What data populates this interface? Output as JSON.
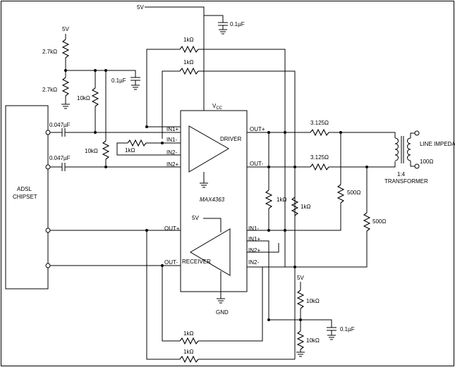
{
  "supplies": {
    "vcc_5v_top": "5V",
    "vcc_5v_left": "5V",
    "vcc_5v_receiver": "5V",
    "vcc_5v_bottom": "5V"
  },
  "chip": {
    "name": "MAX4363",
    "vcc": "V",
    "vcc_sub": "CC",
    "gnd": "GND",
    "driver": "DRIVER",
    "receiver": "RECEIVER",
    "pins_left_driver": [
      "IN1+",
      "IN1-",
      "IN2-",
      "IN2+"
    ],
    "pins_right_driver": [
      "OUT+",
      "OUT-"
    ],
    "pins_left_receiver": [
      "OUT+",
      "OUT-"
    ],
    "pins_right_receiver": [
      "IN1-",
      "IN1+",
      "IN2+",
      "IN2-"
    ]
  },
  "adsl": {
    "line1": "ADSL",
    "line2": "CHIPSET"
  },
  "components": {
    "c_top": "0.1µF",
    "c_left": "0.1µF",
    "c_bottom": "0.1µF",
    "c_in1": "0.047µF",
    "c_in2": "0.047µF",
    "r_bias_top": "2.7kΩ",
    "r_bias_bot": "2.7kΩ",
    "r_10k_a": "10kΩ",
    "r_10k_b": "10kΩ",
    "r_1k_gain": "1kΩ",
    "r_fb_top1": "1kΩ",
    "r_fb_top2": "1kΩ",
    "r_out1": "3.125Ω",
    "r_out2": "3.125Ω",
    "r_500_a": "500Ω",
    "r_500_b": "500Ω",
    "r_1k_v1": "1kΩ",
    "r_1k_v2": "1kΩ",
    "r_10k_bias_top": "10kΩ",
    "r_10k_bias_bot": "10kΩ",
    "r_fb_bot1": "1kΩ",
    "r_fb_bot2": "1kΩ"
  },
  "transformer": {
    "ratio": "1:4",
    "label": "TRANSFORMER"
  },
  "line": {
    "label": "LINE IMPEDANCE",
    "value": "100Ω"
  }
}
